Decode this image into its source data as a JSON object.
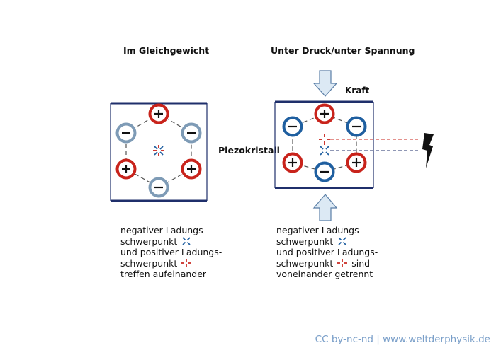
{
  "left_panel": {
    "title": "Im Gleichgewicht",
    "caption": {
      "line1": "negativer Ladungs-",
      "line2": "schwerpunkt",
      "line3": "und positiver Ladungs-",
      "line4": "schwerpunkt",
      "line5": "treffen aufeinander"
    }
  },
  "right_panel": {
    "title": "Unter Druck/unter Spannung",
    "force_label": "Kraft",
    "caption": {
      "line1": "negativer Ladungs-",
      "line2": "schwerpunkt",
      "line3": "und positiver Ladungs-",
      "line4": "schwerpunkt",
      "line4_suffix": "sind",
      "line5": "voneinander getrennt"
    }
  },
  "center_label": "Piezokristall",
  "credit": "CC by-nc-nd | www.weltderphysik.de",
  "colors": {
    "positive": "#c8231b",
    "negative_neutral": "#7e9bb6",
    "negative_pressed": "#1f5fa0",
    "frame": "#1f2f6b",
    "arrow_fill": "#dce9f4",
    "arrow_stroke": "#5a7ea6",
    "credit": "#7a9fc9"
  },
  "icons": {
    "positive_charge": "circle-plus",
    "negative_charge": "circle-minus",
    "negative_center": "blue-x-cross",
    "positive_center": "red-dashed-plus",
    "voltage": "lightning-bolt"
  }
}
